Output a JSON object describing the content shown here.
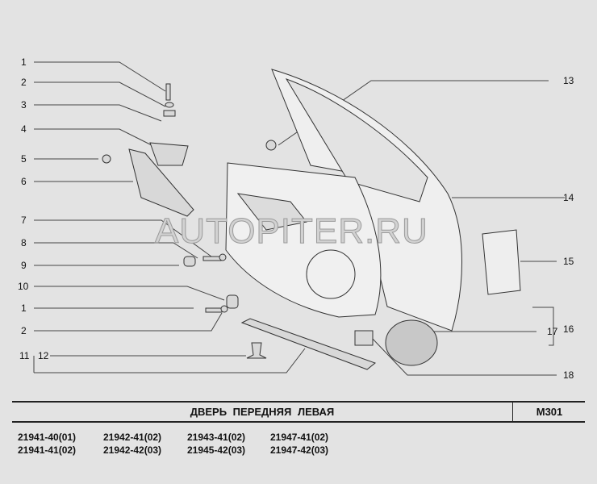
{
  "callouts_left": [
    "1",
    "2",
    "3",
    "4",
    "5",
    "6",
    "7",
    "8",
    "9",
    "10",
    "1",
    "2",
    "11",
    "12"
  ],
  "callouts_right": [
    "13",
    "14",
    "15",
    "16",
    "17",
    "18"
  ],
  "watermark": "AUTOPITER.RU",
  "title": "ДВЕРЬ ПЕРЕДНЯЯ ЛЕВАЯ",
  "code": "M301",
  "part_numbers": [
    [
      "21941-40(01)",
      "21941-41(02)"
    ],
    [
      "21942-41(02)",
      "21942-42(03)"
    ],
    [
      "21943-41(02)",
      "21945-42(03)"
    ],
    [
      "21947-41(02)",
      "21947-42(03)"
    ]
  ]
}
